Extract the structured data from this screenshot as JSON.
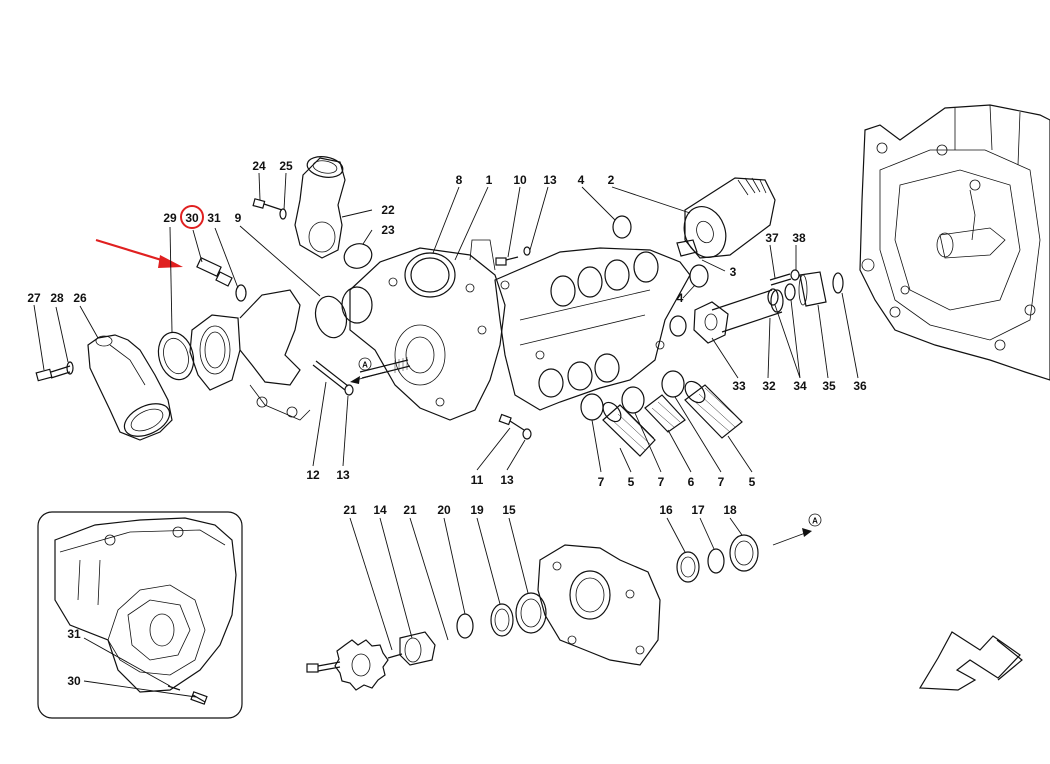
{
  "callouts": [
    {
      "id": "c24",
      "text": "24"
    },
    {
      "id": "c25",
      "text": "25"
    },
    {
      "id": "c22",
      "text": "22"
    },
    {
      "id": "c23",
      "text": "23"
    },
    {
      "id": "c29",
      "text": "29"
    },
    {
      "id": "c30",
      "text": "30"
    },
    {
      "id": "c31",
      "text": "31"
    },
    {
      "id": "c9",
      "text": "9"
    },
    {
      "id": "c27",
      "text": "27"
    },
    {
      "id": "c28",
      "text": "28"
    },
    {
      "id": "c26",
      "text": "26"
    },
    {
      "id": "c8",
      "text": "8"
    },
    {
      "id": "c1",
      "text": "1"
    },
    {
      "id": "c10",
      "text": "10"
    },
    {
      "id": "c13a",
      "text": "13"
    },
    {
      "id": "c4a",
      "text": "4"
    },
    {
      "id": "c2",
      "text": "2"
    },
    {
      "id": "c3",
      "text": "3"
    },
    {
      "id": "c4b",
      "text": "4"
    },
    {
      "id": "c37",
      "text": "37"
    },
    {
      "id": "c38",
      "text": "38"
    },
    {
      "id": "c33",
      "text": "33"
    },
    {
      "id": "c32",
      "text": "32"
    },
    {
      "id": "c34",
      "text": "34"
    },
    {
      "id": "c35",
      "text": "35"
    },
    {
      "id": "c36",
      "text": "36"
    },
    {
      "id": "c12",
      "text": "12"
    },
    {
      "id": "c13b",
      "text": "13"
    },
    {
      "id": "c11",
      "text": "11"
    },
    {
      "id": "c13c",
      "text": "13"
    },
    {
      "id": "c7a",
      "text": "7"
    },
    {
      "id": "c5a",
      "text": "5"
    },
    {
      "id": "c7b",
      "text": "7"
    },
    {
      "id": "c6",
      "text": "6"
    },
    {
      "id": "c7c",
      "text": "7"
    },
    {
      "id": "c5b",
      "text": "5"
    },
    {
      "id": "c21a",
      "text": "21"
    },
    {
      "id": "c14",
      "text": "14"
    },
    {
      "id": "c21b",
      "text": "21"
    },
    {
      "id": "c20",
      "text": "20"
    },
    {
      "id": "c19",
      "text": "19"
    },
    {
      "id": "c15",
      "text": "15"
    },
    {
      "id": "c16",
      "text": "16"
    },
    {
      "id": "c17",
      "text": "17"
    },
    {
      "id": "c18",
      "text": "18"
    },
    {
      "id": "c31b",
      "text": "31"
    },
    {
      "id": "c30b",
      "text": "30"
    }
  ],
  "view_markers": {
    "a1": "A",
    "a2": "A"
  },
  "highlight": {
    "callout": "30",
    "color": "#e02020"
  },
  "arrow_color": "#e02020",
  "line_color": "#111111"
}
